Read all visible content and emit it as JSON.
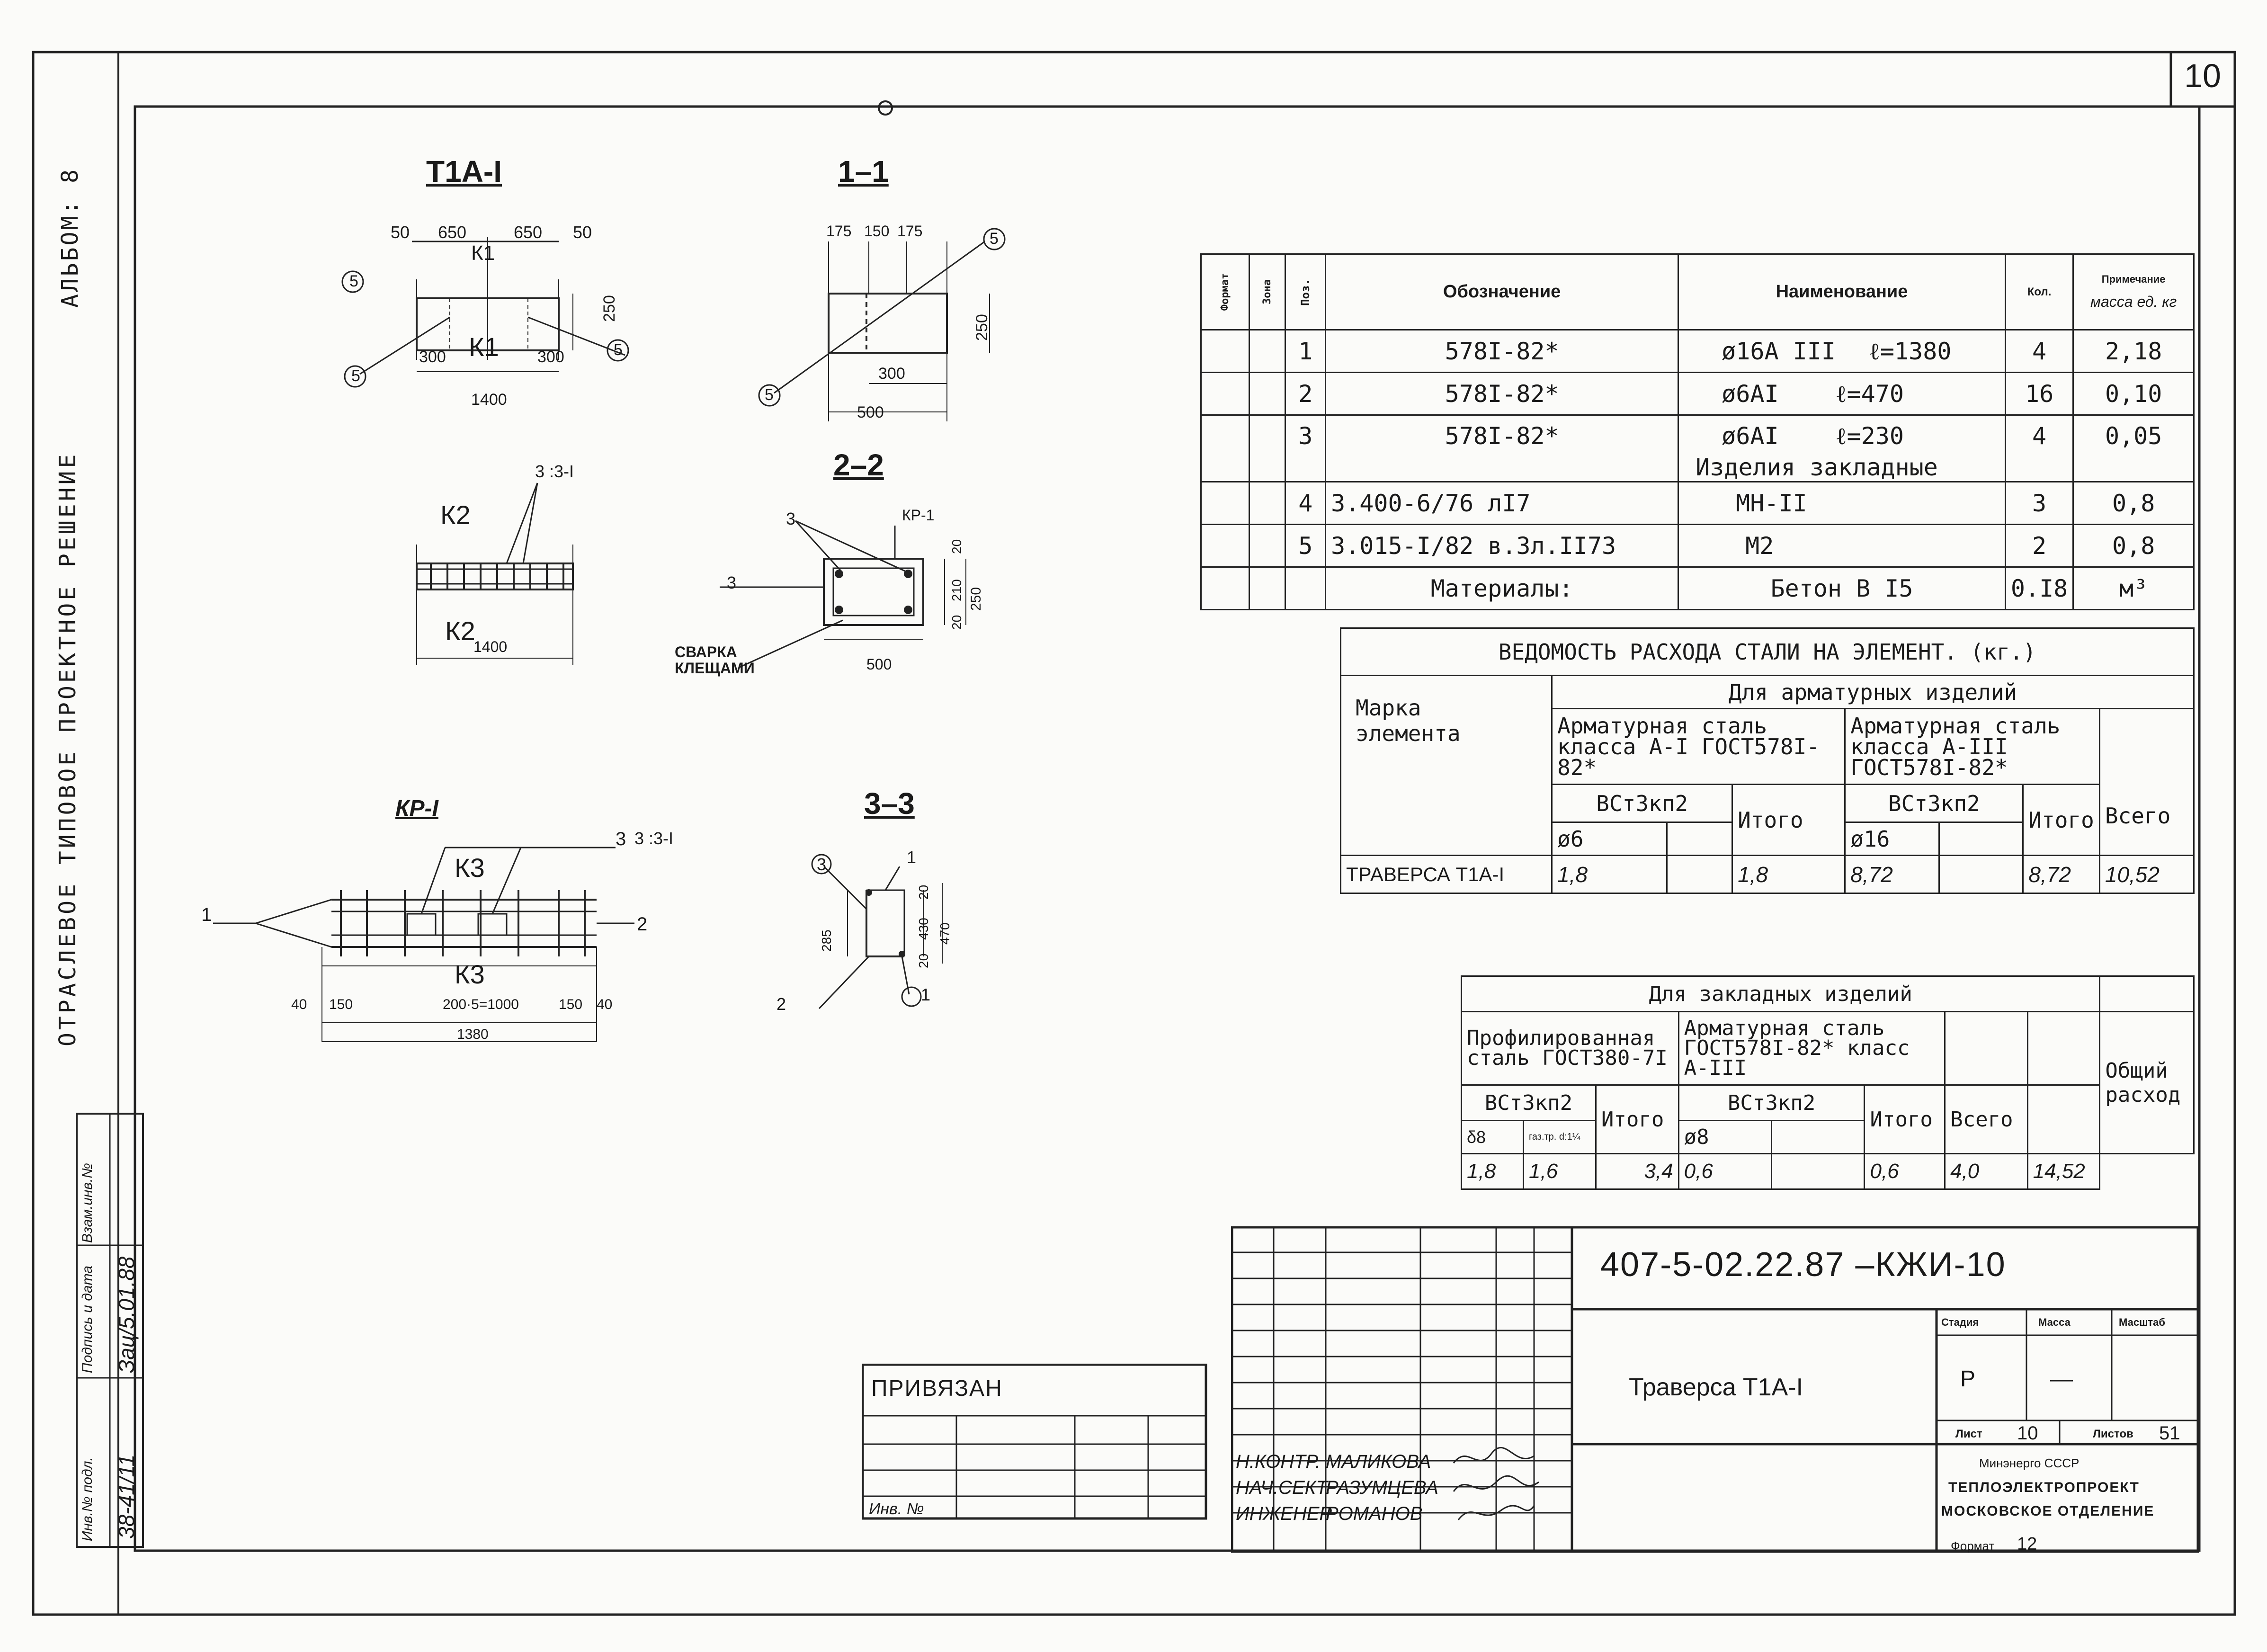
{
  "sheet": {
    "sheet_number_corner": "10",
    "album_label": "АЛЬБОМ: 8",
    "vertical_title": "ОТРАСЛЕВОЕ ТИПОВОЕ ПРОЕКТНОЕ РЕШЕНИЕ"
  },
  "drawings": {
    "view_t1a1": {
      "title": "Т1А-I",
      "dim_top": [
        "50",
        "650",
        "650",
        "50"
      ],
      "dim_bottom_left": "300",
      "dim_bottom_right": "300",
      "dim_height": "250",
      "dim_overall": "1400",
      "marks": [
        "К1",
        "К1",
        "5",
        "5",
        "5"
      ]
    },
    "section_1_1": {
      "title": "1–1",
      "dim_top": [
        "175",
        "150",
        "175"
      ],
      "dim_height": "250",
      "dim_inner": "300",
      "dim_overall": "500",
      "marks": [
        "5",
        "5"
      ]
    },
    "view_k2": {
      "marks": [
        "К2",
        "К2",
        "3"
      ],
      "dim_length": "1400",
      "callout": "3 :3-I"
    },
    "section_2_2": {
      "title": "2–2",
      "label_kp": "КР-1",
      "marks": [
        "3",
        "3"
      ],
      "dims_side": [
        "20",
        "210",
        "20"
      ],
      "dim_height": "250",
      "dim_width": "500",
      "note": "СВАРКА КЛЕЩАМИ"
    },
    "view_kp1": {
      "title": "КР-I",
      "marks": [
        "К3",
        "К3",
        "1",
        "2",
        "3"
      ],
      "callout": "3 :3-I",
      "dims_bottom": [
        "40",
        "150",
        "200·5=1000",
        "150",
        "40"
      ],
      "dim_overall": "1380"
    },
    "section_3_3": {
      "title": "3–3",
      "marks": [
        "3",
        "1",
        "1",
        "2"
      ],
      "dims": [
        "285",
        "20",
        "430",
        "20",
        "470"
      ]
    }
  },
  "spec_table": {
    "headers": [
      "Формат",
      "Зона",
      "Поз.",
      "Обозначение",
      "Наименование",
      "Кол.",
      "Примечание"
    ],
    "note_sub": "масса ед. кг",
    "rows": [
      {
        "pos": "1",
        "designation": "578I-82*",
        "name": "ø16А III",
        "length": "ℓ=1380",
        "qty": "4",
        "note": "2,18"
      },
      {
        "pos": "2",
        "designation": "578I-82*",
        "name": "ø6АI",
        "length": "ℓ=470",
        "qty": "16",
        "note": "0,10"
      },
      {
        "pos": "3",
        "designation": "578I-82*",
        "name": "ø6АI",
        "length": "ℓ=230",
        "qty": "4",
        "note": "0,05"
      }
    ],
    "embedded_header": "Изделия закладные",
    "embedded_rows": [
      {
        "pos": "4",
        "designation": "3.400-6/76 лI7",
        "name": "МН-II",
        "qty": "3",
        "note": "0,8"
      },
      {
        "pos": "5",
        "designation": "3.015-I/82 в.3л.II73",
        "name": "М2",
        "qty": "2",
        "note": "0,8"
      }
    ],
    "materials_label": "Материалы:",
    "materials_name": "Бетон В I5",
    "materials_qty": "0.I8",
    "materials_unit": "м³"
  },
  "steel_table": {
    "title": "ВЕДОМОСТЬ РАСХОДА СТАЛИ НА ЭЛЕМЕНТ. (кг.)",
    "row_label_header": "Марка элемента",
    "group_header": "Для арматурных изделий",
    "col_a1": "Арматурная сталь класса А-I ГОСТ578I-82*",
    "col_a3": "Арматурная сталь класса А-III ГОСТ578I-82*",
    "grade_1": "ВСт3кп2",
    "grade_2": "ВСт3кп2",
    "itogo": "Итого",
    "itogo_2": "Итого",
    "vsego": "Всего",
    "d1": "ø6",
    "d2": "ø16",
    "row_label": "ТРАВЕРСА Т1А-I",
    "values": [
      "1,8",
      "1,8",
      "8,72",
      "8,72",
      "10,52"
    ]
  },
  "embedded_table": {
    "group_header": "Для закладных изделий",
    "col_profile": "Профилированная сталь ГОСТ380-7I",
    "col_rebar": "Арматурная сталь ГОСТ578I-82* класс А-III",
    "col_total": "Общий расход",
    "grade_1": "ВСт3кп2",
    "grade_2": "ВСт3кп2",
    "itogo": "Итого",
    "itogo_2": "Итого",
    "vsego": "Всего",
    "sub": [
      "δ8",
      "газ.тр. d:1¼"
    ],
    "d_rebar": "ø8",
    "values": [
      "1,8",
      "1,6",
      "3,4",
      "0,6",
      "0,6",
      "4,0",
      "14,52"
    ]
  },
  "title_block": {
    "code": "407-5-02.22.87 –КЖИ-10",
    "title": "Траверса Т1А-I",
    "stage_header": "Стадия",
    "mass_header": "Масса",
    "scale_header": "Масштаб",
    "stage": "Р",
    "mass": "—",
    "sheet_label": "Лист",
    "sheet": "10",
    "sheets_label": "Листов",
    "sheets": "51",
    "org_line1": "Минэнерго СССР",
    "org_line2": "ТЕПЛОЭЛЕКТРОПРОЕКТ",
    "org_line3": "МОСКОВСКОЕ ОТДЕЛЕНИЕ",
    "format_label": "Формат",
    "format": "12",
    "sign_rows": [
      {
        "role": "Н.КОНТР.",
        "name": "МАЛИКОВА"
      },
      {
        "role": "НАЧ.СЕКТ.",
        "name": "РАЗУМЦЕВА"
      },
      {
        "role": "ИНЖЕНЕР",
        "name": "РОМАНОВ"
      }
    ]
  },
  "privyazan": {
    "label": "ПРИВЯЗАН",
    "inv_label": "Инв. №"
  },
  "side_stamp": {
    "labels": [
      "Инв.№ подл.",
      "Подпись и дата",
      "Взам.инв.№"
    ],
    "values": [
      "38-41/11",
      "Зац/5.01.88",
      ""
    ]
  }
}
